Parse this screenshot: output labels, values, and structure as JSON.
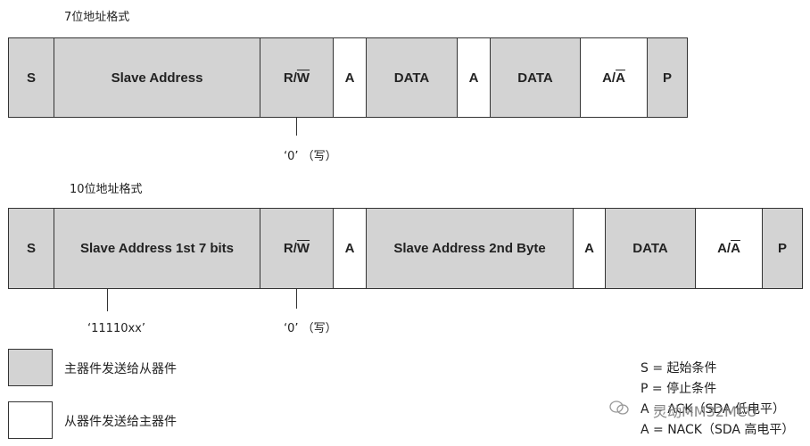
{
  "format7": {
    "title": "7位地址格式",
    "fields": [
      "S",
      "Slave Address",
      "R/",
      "W",
      "A",
      "DATA",
      "A",
      "DATA",
      "A/",
      "A",
      "P"
    ],
    "note": "‘0’ （写）"
  },
  "format10": {
    "title": "10位地址格式",
    "fields": [
      "S",
      "Slave Address 1st 7 bits",
      "R/",
      "W",
      "A",
      "Slave Address 2nd Byte",
      "A",
      "DATA",
      "A/",
      "A",
      "P"
    ],
    "note_bits": "‘11110xx’",
    "note_rw": "‘0’ （写）"
  },
  "legend": {
    "master_to_slave": "主器件发送给从器件",
    "slave_to_master": "从器件发送给主器件"
  },
  "key": {
    "s": "S = 起始条件",
    "p": "P = 停止条件",
    "a": "A = ACK（SDA 低电平）",
    "na": "A = NACK（SDA 高电平）"
  },
  "watermark": "灵动MM32MCU"
}
